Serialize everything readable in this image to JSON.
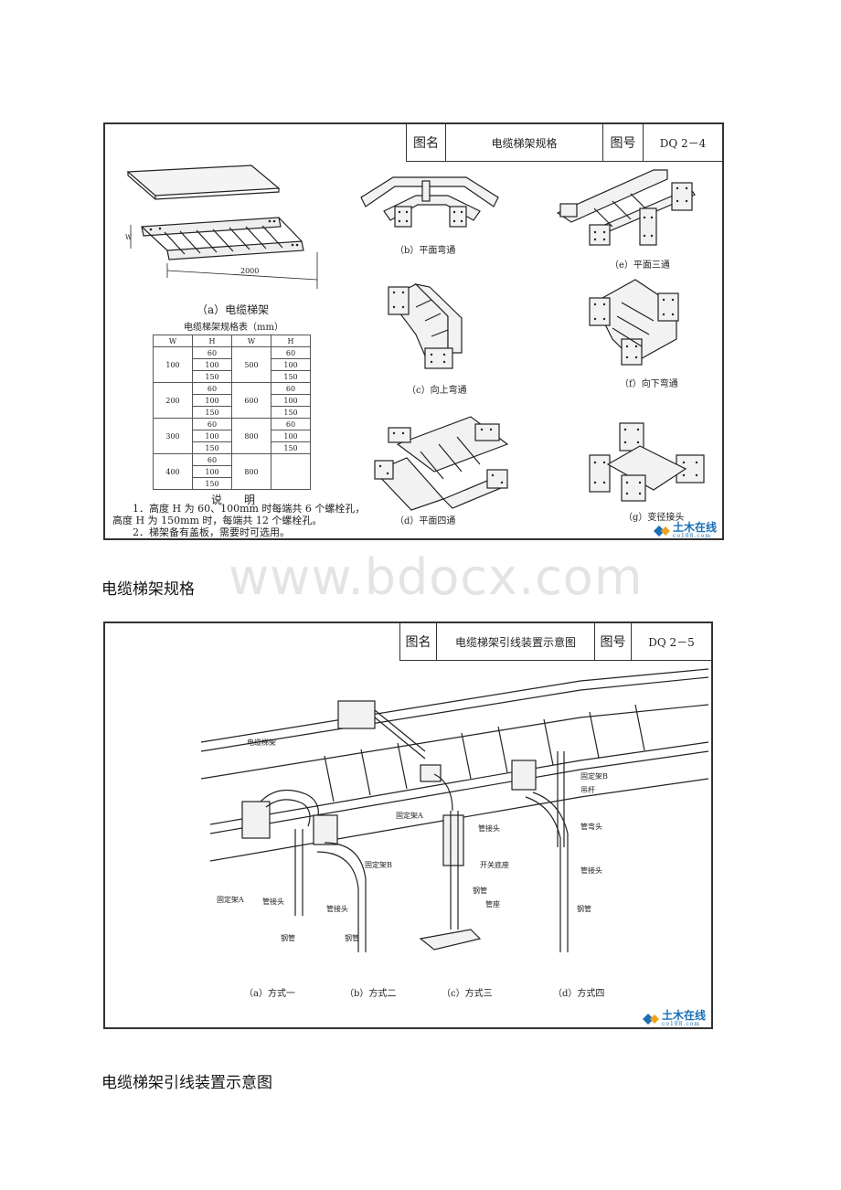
{
  "watermark": "www.bdocx.com",
  "drawing1": {
    "tb_name_key": "图名",
    "tb_name": "电缆梯架规格",
    "tb_no_key": "图号",
    "tb_no": "DQ 2－4",
    "dim_2000": "2000",
    "dim_w": "W",
    "captions": {
      "a": "（a）电缆梯架",
      "b": "（b）平面弯通",
      "c": "（c）向上弯通",
      "d": "（d）平面四通",
      "e": "（e）平面三通",
      "f": "（f）向下弯通",
      "g": "（g）变径接头"
    },
    "table_title": "电缆梯架规格表（mm）",
    "table_headers": [
      "W",
      "H",
      "W",
      "H"
    ],
    "table_groups": [
      {
        "w1": "100",
        "h1": [
          "60",
          "100",
          "150"
        ],
        "w2": "500",
        "h2": [
          "60",
          "100",
          "150"
        ]
      },
      {
        "w1": "200",
        "h1": [
          "60",
          "100",
          "150"
        ],
        "w2": "600",
        "h2": [
          "60",
          "100",
          "150"
        ]
      },
      {
        "w1": "300",
        "h1": [
          "60",
          "100",
          "150"
        ],
        "w2": "800",
        "h2": [
          "60",
          "100",
          "150"
        ]
      },
      {
        "w1": "400",
        "h1": [
          "60",
          "100",
          "150"
        ],
        "w2": "800",
        "h2": [
          "",
          "",
          ""
        ]
      }
    ],
    "notes_title": "说　　明",
    "notes": [
      "1．高度 H 为 60、100mm 时每端共 6 个螺栓孔，",
      "高度 H 为 150mm 时，每端共 12 个螺栓孔。",
      "2．梯架备有盖板，需要时可选用。"
    ],
    "logo": "土木在线",
    "logo_sub": "co188.com"
  },
  "heading1": "电缆梯架规格",
  "drawing2": {
    "tb_name_key": "图名",
    "tb_name": "电缆梯架引线装置示意图",
    "tb_no_key": "图号",
    "tb_no": "DQ 2－5",
    "labels": {
      "ladder": "电缆梯架",
      "bracket_a1": "固定架A",
      "bracket_a2": "固定架A",
      "bracket_b1": "固定架B",
      "bracket_b2": "固定架B",
      "pipe_joint1": "管接头",
      "pipe_joint2": "管接头",
      "pipe_joint3": "管接头",
      "pipe_joint4": "管接头",
      "steel_pipe1": "钢管",
      "steel_pipe2": "钢管",
      "steel_pipe3": "钢管",
      "steel_pipe4": "钢管",
      "switch_base": "开关底座",
      "pipe_base": "管座",
      "hanger": "吊杆",
      "elbow": "管弯头"
    },
    "methods": [
      "（a）方式一",
      "（b）方式二",
      "（c）方式三",
      "（d）方式四"
    ],
    "logo": "土木在线",
    "logo_sub": "co188.com"
  },
  "heading2": "电缆梯架引线装置示意图"
}
